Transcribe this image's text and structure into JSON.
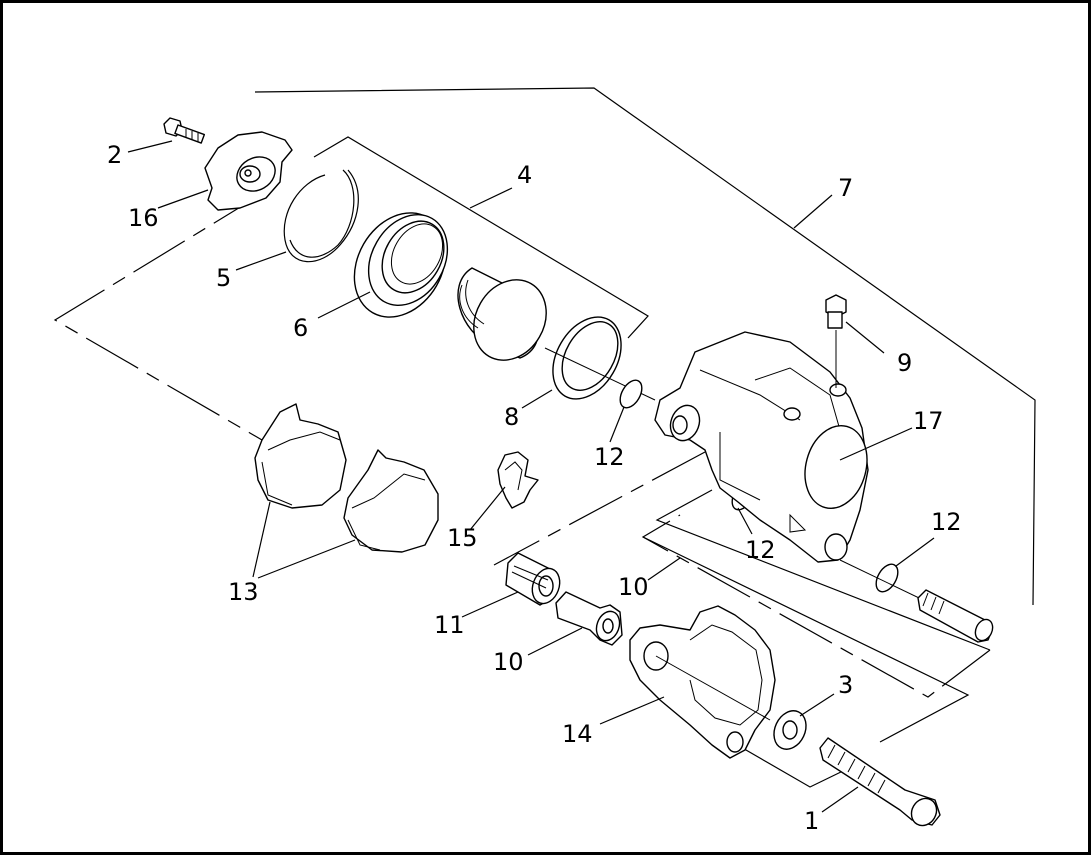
{
  "diagram": {
    "callouts": [
      {
        "id": "c1",
        "text": "1"
      },
      {
        "id": "c2",
        "text": "2"
      },
      {
        "id": "c3",
        "text": "3"
      },
      {
        "id": "c4",
        "text": "4"
      },
      {
        "id": "c5",
        "text": "5"
      },
      {
        "id": "c6",
        "text": "6"
      },
      {
        "id": "c7",
        "text": "7"
      },
      {
        "id": "c8",
        "text": "8"
      },
      {
        "id": "c9",
        "text": "9"
      },
      {
        "id": "c10a",
        "text": "10"
      },
      {
        "id": "c10b",
        "text": "10"
      },
      {
        "id": "c11",
        "text": "11"
      },
      {
        "id": "c12a",
        "text": "12"
      },
      {
        "id": "c12b",
        "text": "12"
      },
      {
        "id": "c12c",
        "text": "12"
      },
      {
        "id": "c13",
        "text": "13"
      },
      {
        "id": "c14",
        "text": "14"
      },
      {
        "id": "c15",
        "text": "15"
      },
      {
        "id": "c16",
        "text": "16"
      },
      {
        "id": "c17",
        "text": "17"
      }
    ]
  }
}
